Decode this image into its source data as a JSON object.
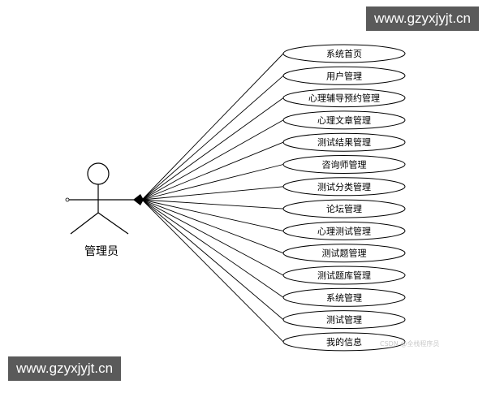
{
  "actor": {
    "label": "管理员"
  },
  "use_cases": [
    "系统首页",
    "用户管理",
    "心理辅导预约管理",
    "心理文章管理",
    "测试结果管理",
    "咨询师管理",
    "测试分类管理",
    "论坛管理",
    "心理测试管理",
    "测试题管理",
    "测试题库管理",
    "系统管理",
    "测试管理",
    "我的信息"
  ],
  "watermarks": {
    "top": "www.gzyxjyjt.cn",
    "bottom": "www.gzyxjyjt.cn"
  },
  "source_mark": "CSDN @全栈程序员"
}
